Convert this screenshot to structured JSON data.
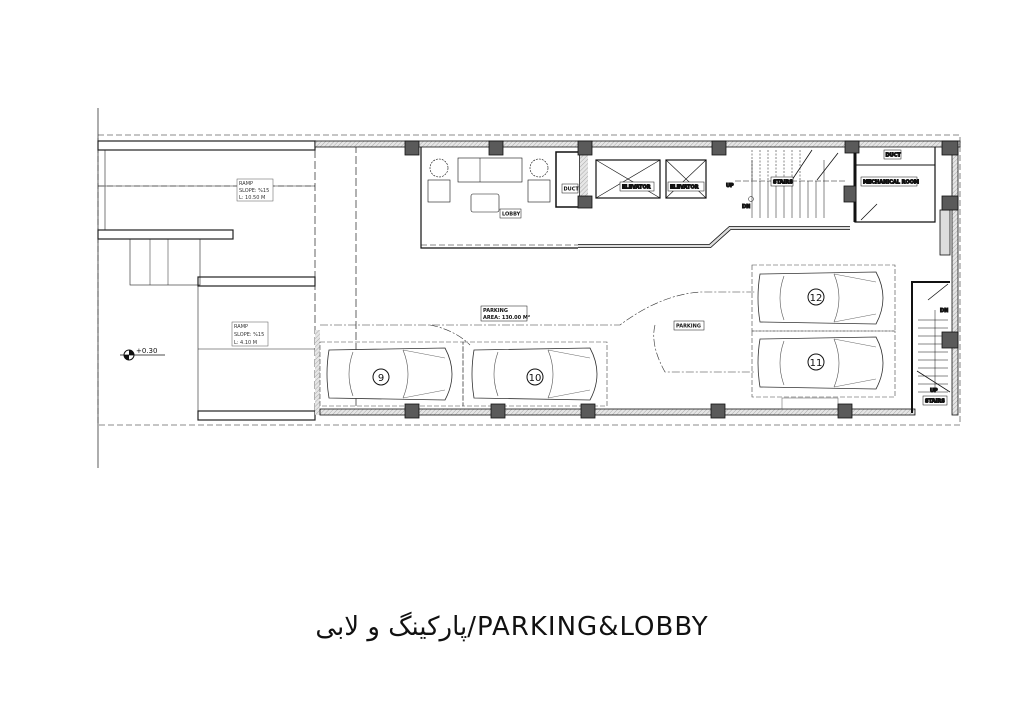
{
  "title": {
    "persian": "پارکینگ و لابی",
    "latin": "/PARKING&LOBBY"
  },
  "labels": {
    "ramp1": [
      "RAMP",
      "SLOPE: %15",
      "L: 10.50 M"
    ],
    "ramp2": [
      "RAMP",
      "SLOPE: %15",
      "L: 4.10 M"
    ],
    "level": "+0.30",
    "lobby": "LOBBY",
    "duct1": "DUCT",
    "duct2": "DUCT",
    "elevator1": "ELEVATOR",
    "elevator2": "ELEVATOR",
    "stairs_main": "STAIRS",
    "stairs_side": "STAIRS",
    "mechanical": "MECHANICAL ROOM",
    "parking_area": [
      "PARKING",
      "AREA: 130.00 M²"
    ],
    "parking": "PARKING",
    "up1": "UP",
    "dn1": "DN",
    "up2": "UP",
    "dn2": "DN"
  },
  "parking_spots": [
    "9",
    "10",
    "11",
    "12"
  ],
  "colors": {
    "wall": "#111111",
    "column": "#5a5a5a",
    "hatch": "#cfcfcf"
  }
}
